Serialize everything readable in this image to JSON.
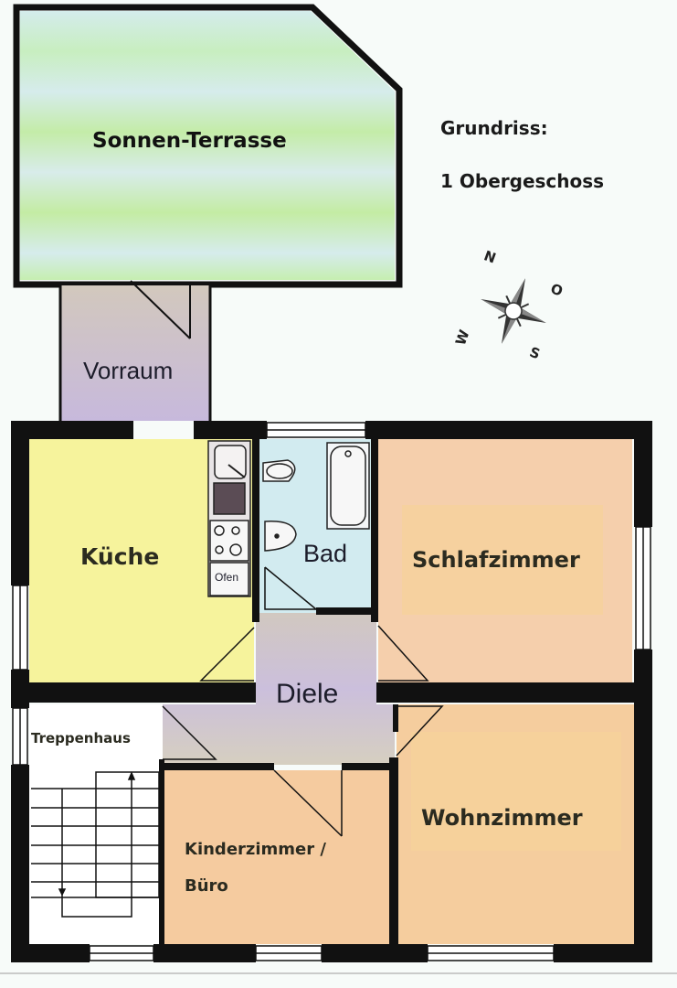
{
  "header": {
    "title": "Grundriss:",
    "subtitle": "1 Obergeschoss"
  },
  "compass": {
    "north": "N",
    "east": "O",
    "south": "S",
    "west": "W"
  },
  "rooms": {
    "terrace": "Sonnen-Terrasse",
    "vorraum": "Vorraum",
    "kitchen": "Küche",
    "oven": "Ofen",
    "bath": "Bad",
    "bedroom": "Schlafzimmer",
    "hall": "Diele",
    "stairwell": "Treppenhaus",
    "kids_line1": "Kinderzimmer /",
    "kids_line2": "Büro",
    "living": "Wohnzimmer"
  },
  "colors": {
    "wall": "#111111",
    "terrace": "#cdeed0",
    "vorraum": "#c9bfd6",
    "kitchen": "#f6f39a",
    "bath": "#d3ecf1",
    "bedroom": "#f5cfa8",
    "hall": "#cfc7d8",
    "kids": "#f4cc9c",
    "living": "#f5cda0",
    "stair": "#ffffff"
  }
}
